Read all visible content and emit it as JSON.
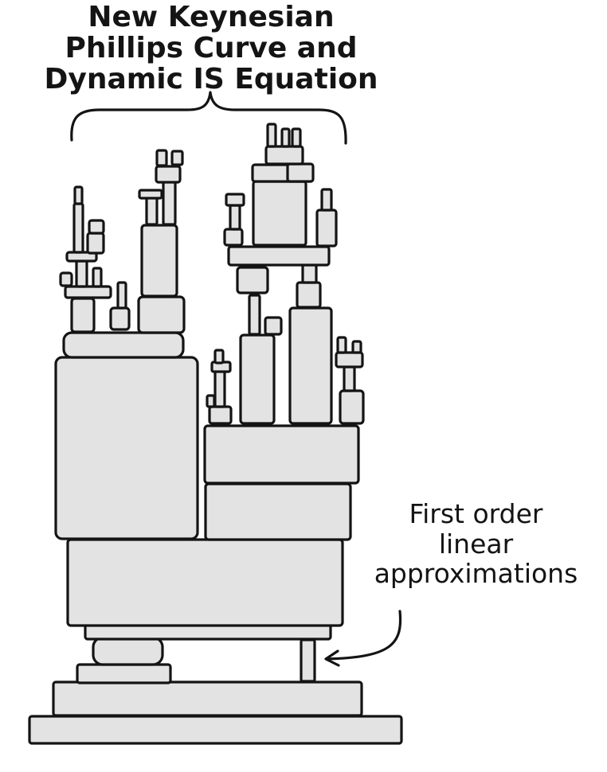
{
  "labels": {
    "title_lines": [
      "New Keynesian",
      "Phillips Curve and",
      "Dynamic IS Equation"
    ],
    "note_lines": [
      "First order",
      "linear",
      "approximations"
    ]
  },
  "colors": {
    "block_fill": "#e3e3e3",
    "ink": "#141414",
    "background": "#ffffff"
  }
}
